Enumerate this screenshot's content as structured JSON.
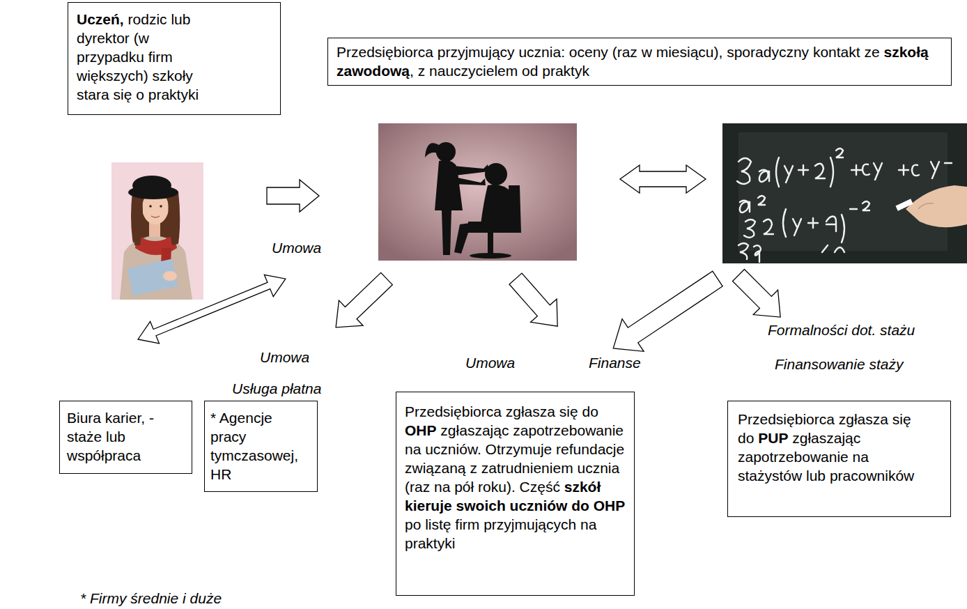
{
  "diagram": {
    "nodes": [
      {
        "text": [
          "Uczeń,",
          "rodzic lub dyrektor (w przypadku firm większych) szkoły stara się o praktyki"
        ]
      },
      {
        "text": [
          "Przedsiębiorca przyjmujący ucznia: oceny (raz w miesiącu), sporadyczny kontakt ze",
          "szkołą zawodową",
          ",  z nauczycielem od praktyk"
        ]
      },
      {
        "text": [
          "Biura karier, - staże lub współpraca"
        ]
      },
      {
        "text": [
          "* Agencje pracy tymczasowej, HR"
        ]
      },
      {
        "text": [
          "Przedsiębiorca zgłasza się do",
          "OHP",
          "zgłaszając zapotrzebowanie na uczniów. Otrzymuje refundacje związaną z zatrudnieniem ucznia (raz na pół roku). Część",
          "szkół kieruje swoich uczniów do OHP",
          "po listę firm przyjmujących na praktyki"
        ]
      },
      {
        "text": [
          "Przedsiębiorca zgłasza się do",
          "PUP",
          "zgłaszając zapotrzebowanie na stażystów lub pracowników"
        ]
      }
    ],
    "labels": [
      "Umowa",
      "Formalności dot. stażu",
      "Umowa",
      "Umowa",
      "Finanse",
      "Finansowanie staży",
      "Usługa płatna",
      "* Firmy średnie i duże"
    ]
  }
}
